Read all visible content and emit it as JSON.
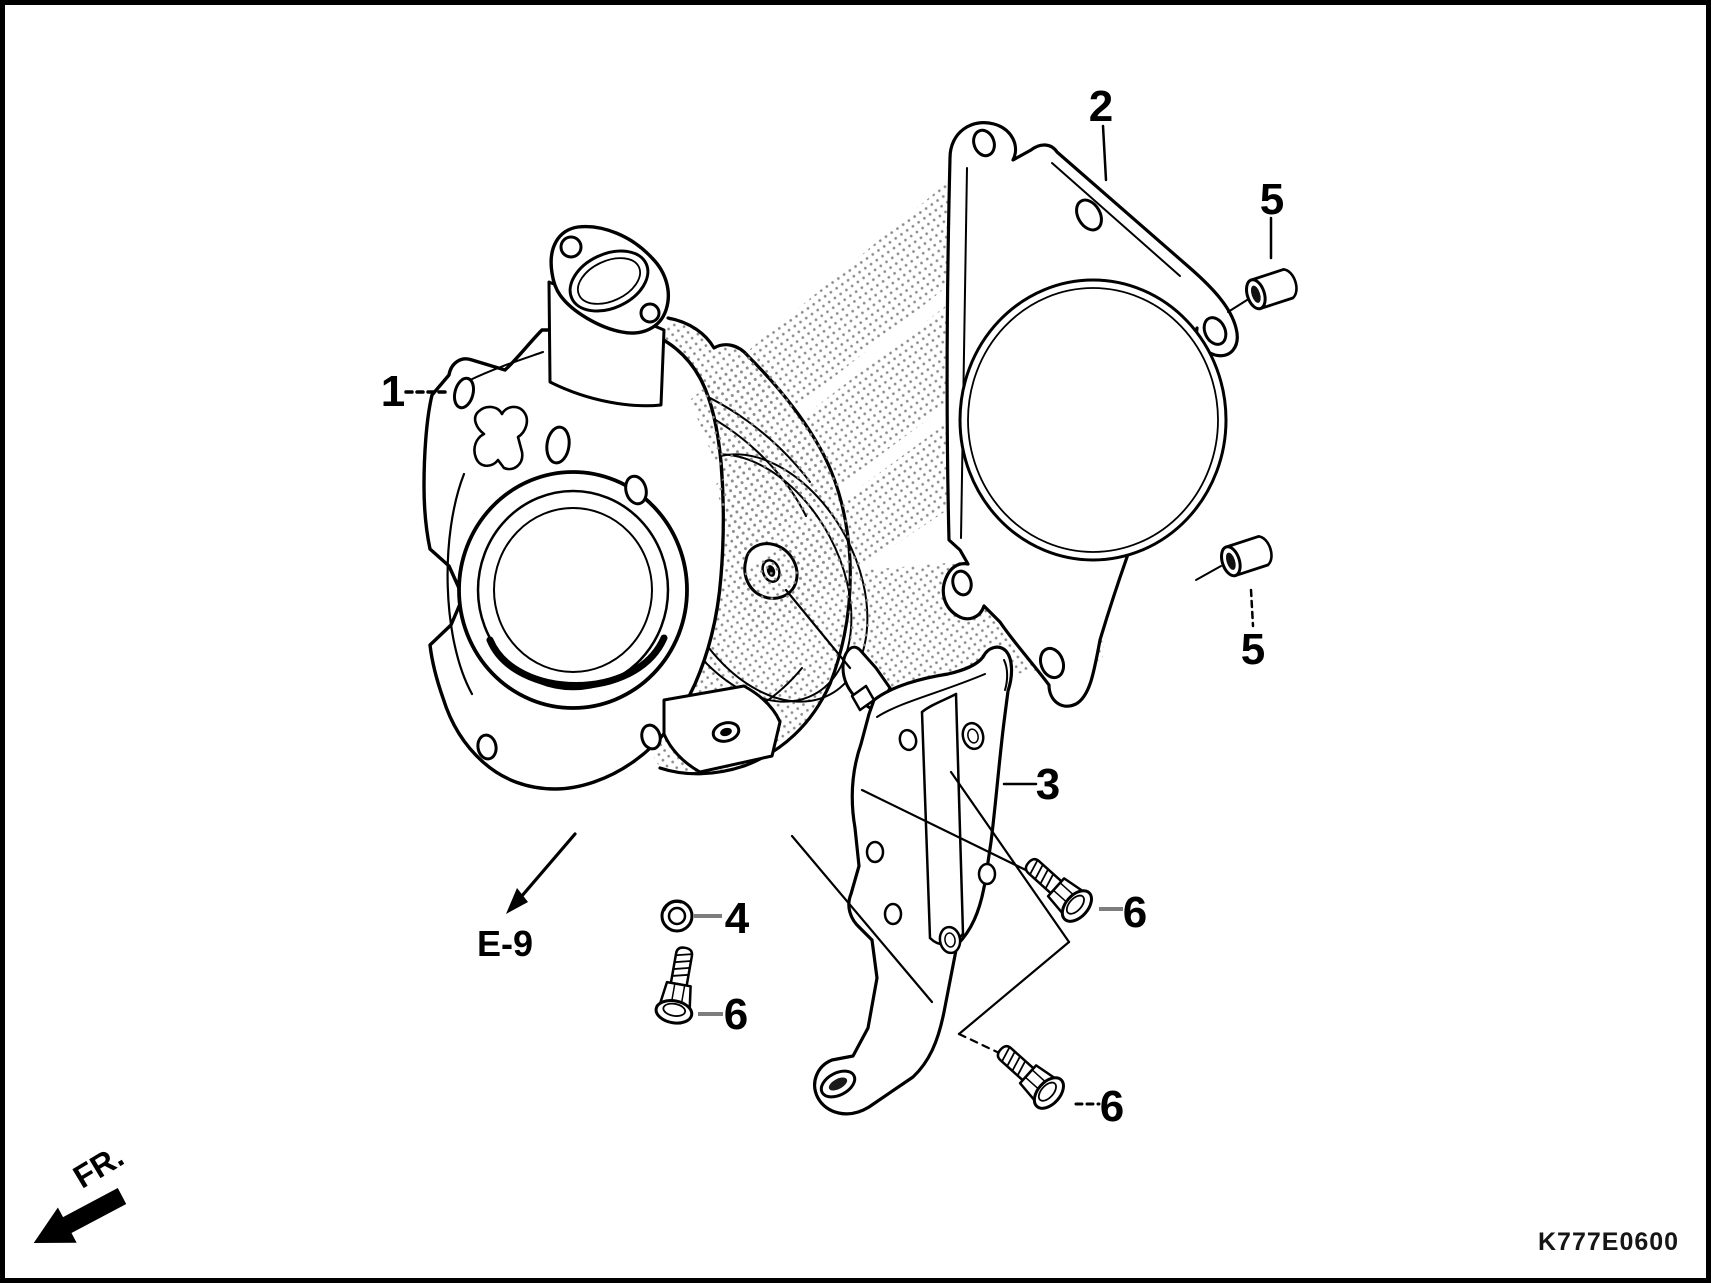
{
  "colors": {
    "background": "#ffffff",
    "line": "#000000",
    "leader_gray": "#7d7d7d"
  },
  "callouts": {
    "cylinder": "1",
    "gasket": "2",
    "bracket": "3",
    "nut": "4",
    "dowel_pin_upper": "5",
    "dowel_pin_lower": "5",
    "bolt_left": "6",
    "bolt_upper_right": "6",
    "bolt_lower_right": "6"
  },
  "reference_label": "E-9",
  "front_marker": "FR.",
  "drawing_code": "K777E0600"
}
